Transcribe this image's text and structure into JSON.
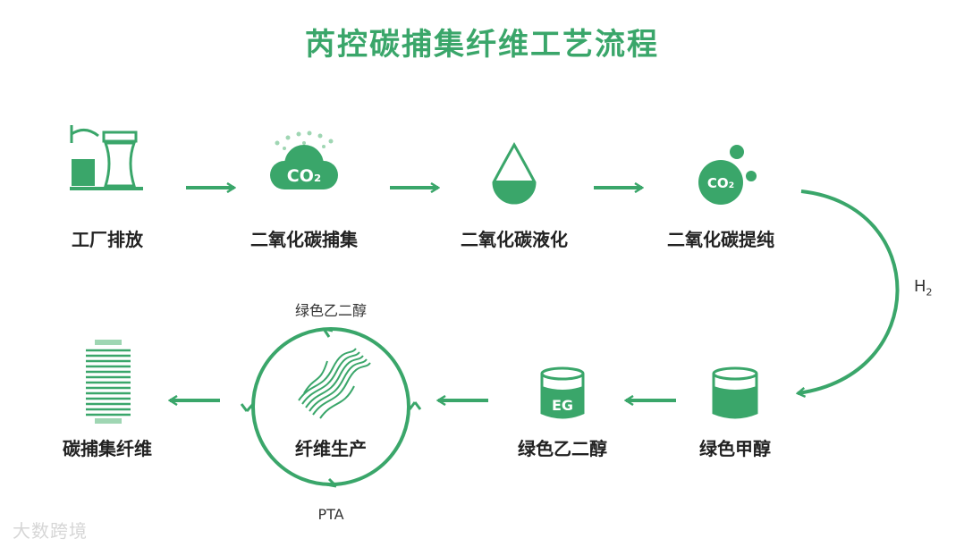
{
  "title": "芮控碳捕集纤维工艺流程",
  "colors": {
    "accent": "#3aa66a",
    "light": "#9fd6b3",
    "text": "#222222",
    "watermark": "#d6d6d6"
  },
  "steps_top": [
    {
      "label": "工厂排放",
      "icon": "factory-icon"
    },
    {
      "label": "二氧化碳捕集",
      "icon": "co2-cloud-icon",
      "icon_text": "CO₂"
    },
    {
      "label": "二氧化碳液化",
      "icon": "droplet-icon"
    },
    {
      "label": "二氧化碳提纯",
      "icon": "co2-bubble-icon",
      "icon_text": "CO₂"
    }
  ],
  "steps_bottom": [
    {
      "label": "绿色甲醇",
      "icon": "methanol-cup-icon"
    },
    {
      "label": "绿色乙二醇",
      "icon": "eg-cup-icon",
      "icon_text": "EG"
    },
    {
      "label": "纤维生产",
      "icon": "fiber-cycle-icon"
    },
    {
      "label": "碳捕集纤维",
      "icon": "yarn-spool-icon"
    }
  ],
  "cycle_inputs": {
    "top": "绿色乙二醇",
    "bottom": "PTA"
  },
  "h2_label": {
    "main": "H",
    "sub": "2"
  },
  "watermark": "大数跨境"
}
